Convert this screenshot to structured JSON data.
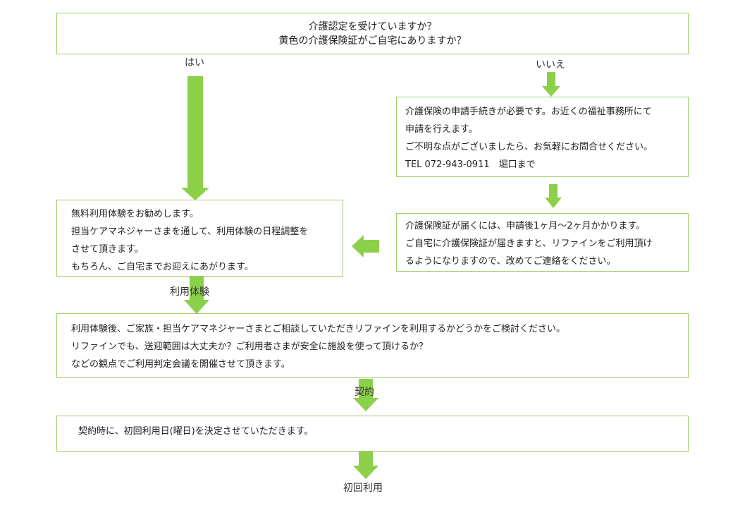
{
  "colors": {
    "arrow": "#8cd04a",
    "border": "#9ccd6a"
  },
  "question": {
    "line1": "介護認定を受けていますか？",
    "line2": "黄色の介護保険証がご自宅にありますか？"
  },
  "labels": {
    "yes": "はい",
    "no": "いいえ",
    "trial": "利用体験",
    "contract": "契約",
    "first_use": "初回利用"
  },
  "application_box": {
    "lines": [
      "介護保険の申請手続きが必要です。お近くの福祉事務所にて",
      "申請を行えます。",
      "ご不明な点がございましたら、お気軽にお問合せください。",
      "TEL 072-943-0911　堀口まで"
    ]
  },
  "certificate_box": {
    "lines": [
      "介護保険証が届くには、申請後1ヶ月～2ヶ月かかります。",
      "ご自宅に介護保険証が届きますと、リファインをご利用頂け",
      "るようになりますので、改めてご連絡をください。"
    ]
  },
  "trial_box": {
    "lines": [
      "無料利用体験をお勧めします。",
      "担当ケアマネジャーさまを通して、利用体験の日程調整を",
      "させて頂きます。",
      "もちろん、ご自宅までお迎えにあがります。"
    ]
  },
  "review_box": {
    "lines": [
      "利用体験後、ご家族・担当ケアマネジャーさまとご相談していただきリファインを利用するかどうかをご検討ください。",
      "リファインでも、送迎範囲は大丈夫か？ご利用者さまが安全に施設を使って頂けるか？",
      "などの観点でご利用判定会議を開催させて頂きます。"
    ]
  },
  "contract_box": {
    "text": "契約時に、初回利用日(曜日)を決定させていただきます。"
  }
}
